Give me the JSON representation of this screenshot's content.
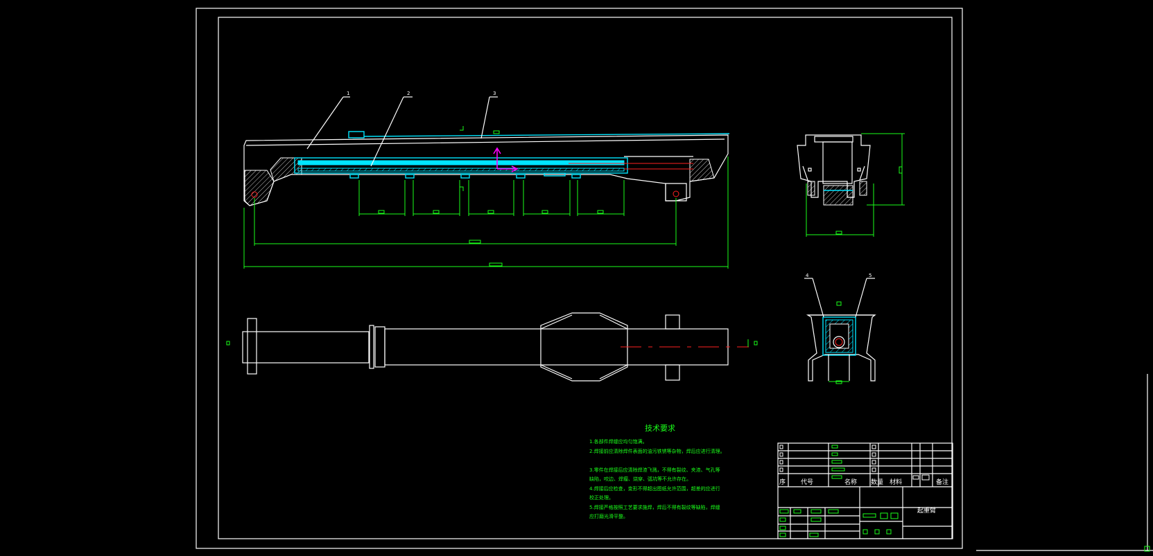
{
  "drawing": {
    "balloon_labels": [
      "1",
      "2",
      "3",
      "4",
      "5"
    ],
    "tech_requirements": {
      "title": "技术要求",
      "lines": [
        "1.各部件焊缝应均匀饱满。",
        "2.焊接前应清除焊件表面的油污铁锈等杂物，焊后应进行清理。",
        "3.零件在焊接后应清除焊渣飞溅，不得有裂纹、夹渣、气孔等",
        "  缺陷，咬边、焊瘤、烧穿、弧坑等不允许存在。",
        "4.焊接后应检查，变形不得超出图纸允许范围，超差的应进行",
        "  校正处理。",
        "5.焊接严格按照工艺要求施焊，焊后不得有裂纹等缺陷，焊缝",
        "  应打磨光滑平整。"
      ]
    },
    "title_block": {
      "row_headers": [
        "序",
        "代号",
        "名称",
        "数量",
        "材料",
        "备注"
      ],
      "drawing_name": "起重臂"
    }
  },
  "colors": {
    "background": "#000000",
    "line_white": "#ffffff",
    "line_green": "#1aff1a",
    "line_cyan": "#00e5ff",
    "line_red": "#ff2020",
    "line_magenta": "#ff00ff"
  }
}
